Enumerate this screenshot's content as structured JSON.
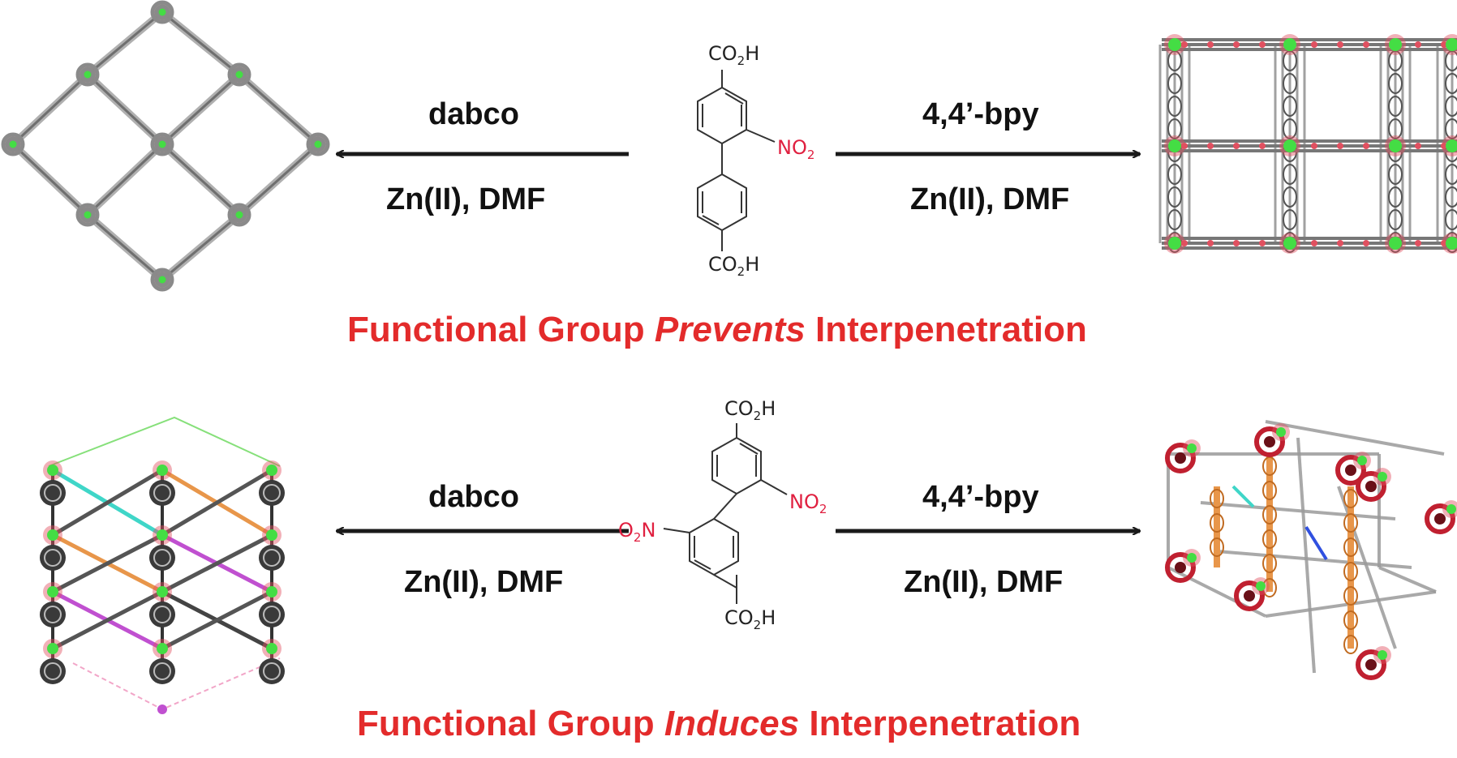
{
  "top": {
    "linker": {
      "top_group": "CO",
      "top_group_sub": "2",
      "top_group_tail": "H",
      "bottom_group": "CO",
      "bottom_group_sub": "2",
      "bottom_group_tail": "H",
      "nitro": "NO",
      "nitro_sub": "2"
    },
    "left_reagent": "dabco",
    "left_conditions": "Zn(II), DMF",
    "right_reagent": "4,4’-bpy",
    "right_conditions": "Zn(II), DMF",
    "headline_pre": "Functional Group ",
    "headline_em": "Prevents",
    "headline_post": " Interpenetration"
  },
  "bottom": {
    "linker": {
      "top_group": "CO",
      "top_group_sub": "2",
      "top_group_tail": "H",
      "bottom_group": "CO",
      "bottom_group_sub": "2",
      "bottom_group_tail": "H",
      "nitro_right": "NO",
      "nitro_right_sub": "2",
      "nitro_left_pre": "O",
      "nitro_left_sub": "2",
      "nitro_left_post": "N"
    },
    "left_reagent": "dabco",
    "left_conditions": "Zn(II), DMF",
    "right_reagent": "4,4’-bpy",
    "right_conditions": "Zn(II), DMF",
    "headline_pre": "Functional Group ",
    "headline_em": "Induces",
    "headline_post": " Interpenetration"
  },
  "colors": {
    "headline": "#e32b2b",
    "nitro": "#e02040",
    "zinc_node": "#44dd44",
    "oxygen": "#e05060",
    "framework_bond": "#8a8a8a",
    "bpy_orange": "#e8964a",
    "interpen_cyan": "#3fd6c8",
    "interpen_magenta": "#c050d0",
    "arrow": "#1a1a1a"
  }
}
